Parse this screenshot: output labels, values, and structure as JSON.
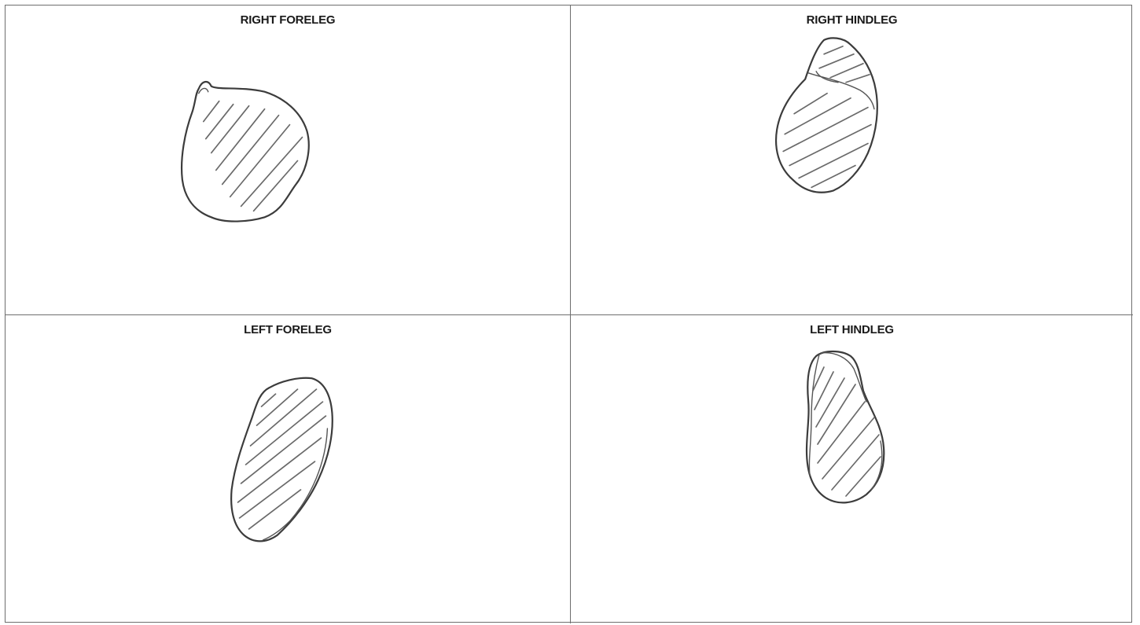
{
  "panels": {
    "right_foreleg": {
      "label": "RIGHT FORELEG"
    },
    "right_hindleg": {
      "label": "RIGHT HINDLEG"
    },
    "left_foreleg": {
      "label": "LEFT FORELEG"
    },
    "left_hindleg": {
      "label": "LEFT HINDLEG"
    }
  },
  "colors": {
    "border": "#6e6e6e",
    "ink": "#3c3c3c",
    "hatch": "#6a6a6a",
    "background": "#ffffff"
  }
}
